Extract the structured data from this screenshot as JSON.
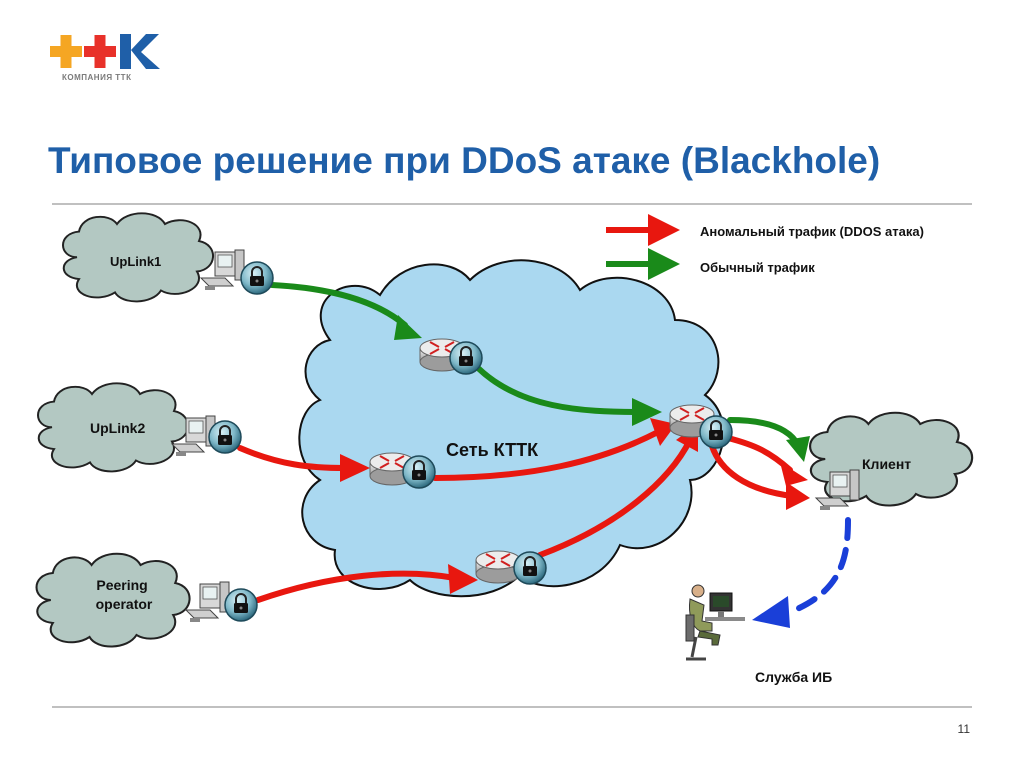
{
  "logo": {
    "text": "+ + K",
    "subtitle": "КОМПАНИЯ ТТК",
    "colors": {
      "plus1": "#f5a623",
      "plus2": "#e8312a",
      "k": "#1f5fa8"
    }
  },
  "slide": {
    "title": "Типовое решение при DDoS атаке (Blackhole)",
    "page_number": "11"
  },
  "legend": {
    "items": [
      {
        "label": "Аномальный трафик (DDOS  атака)",
        "color": "#e8170f"
      },
      {
        "label": "Обычный трафик",
        "color": "#1a8a1a"
      }
    ]
  },
  "nodes": {
    "uplink1": "UpLink1",
    "uplink2": "UpLink2",
    "peering": "Peering\noperator",
    "core": "Сеть КТТК",
    "client": "Клиент",
    "security": "Служба ИБ"
  },
  "colors": {
    "cloud_small": "#b3c8c2",
    "cloud_core": "#aad8f0",
    "attack": "#e8170f",
    "normal": "#1a8a1a",
    "alert": "#1a3fd8"
  }
}
